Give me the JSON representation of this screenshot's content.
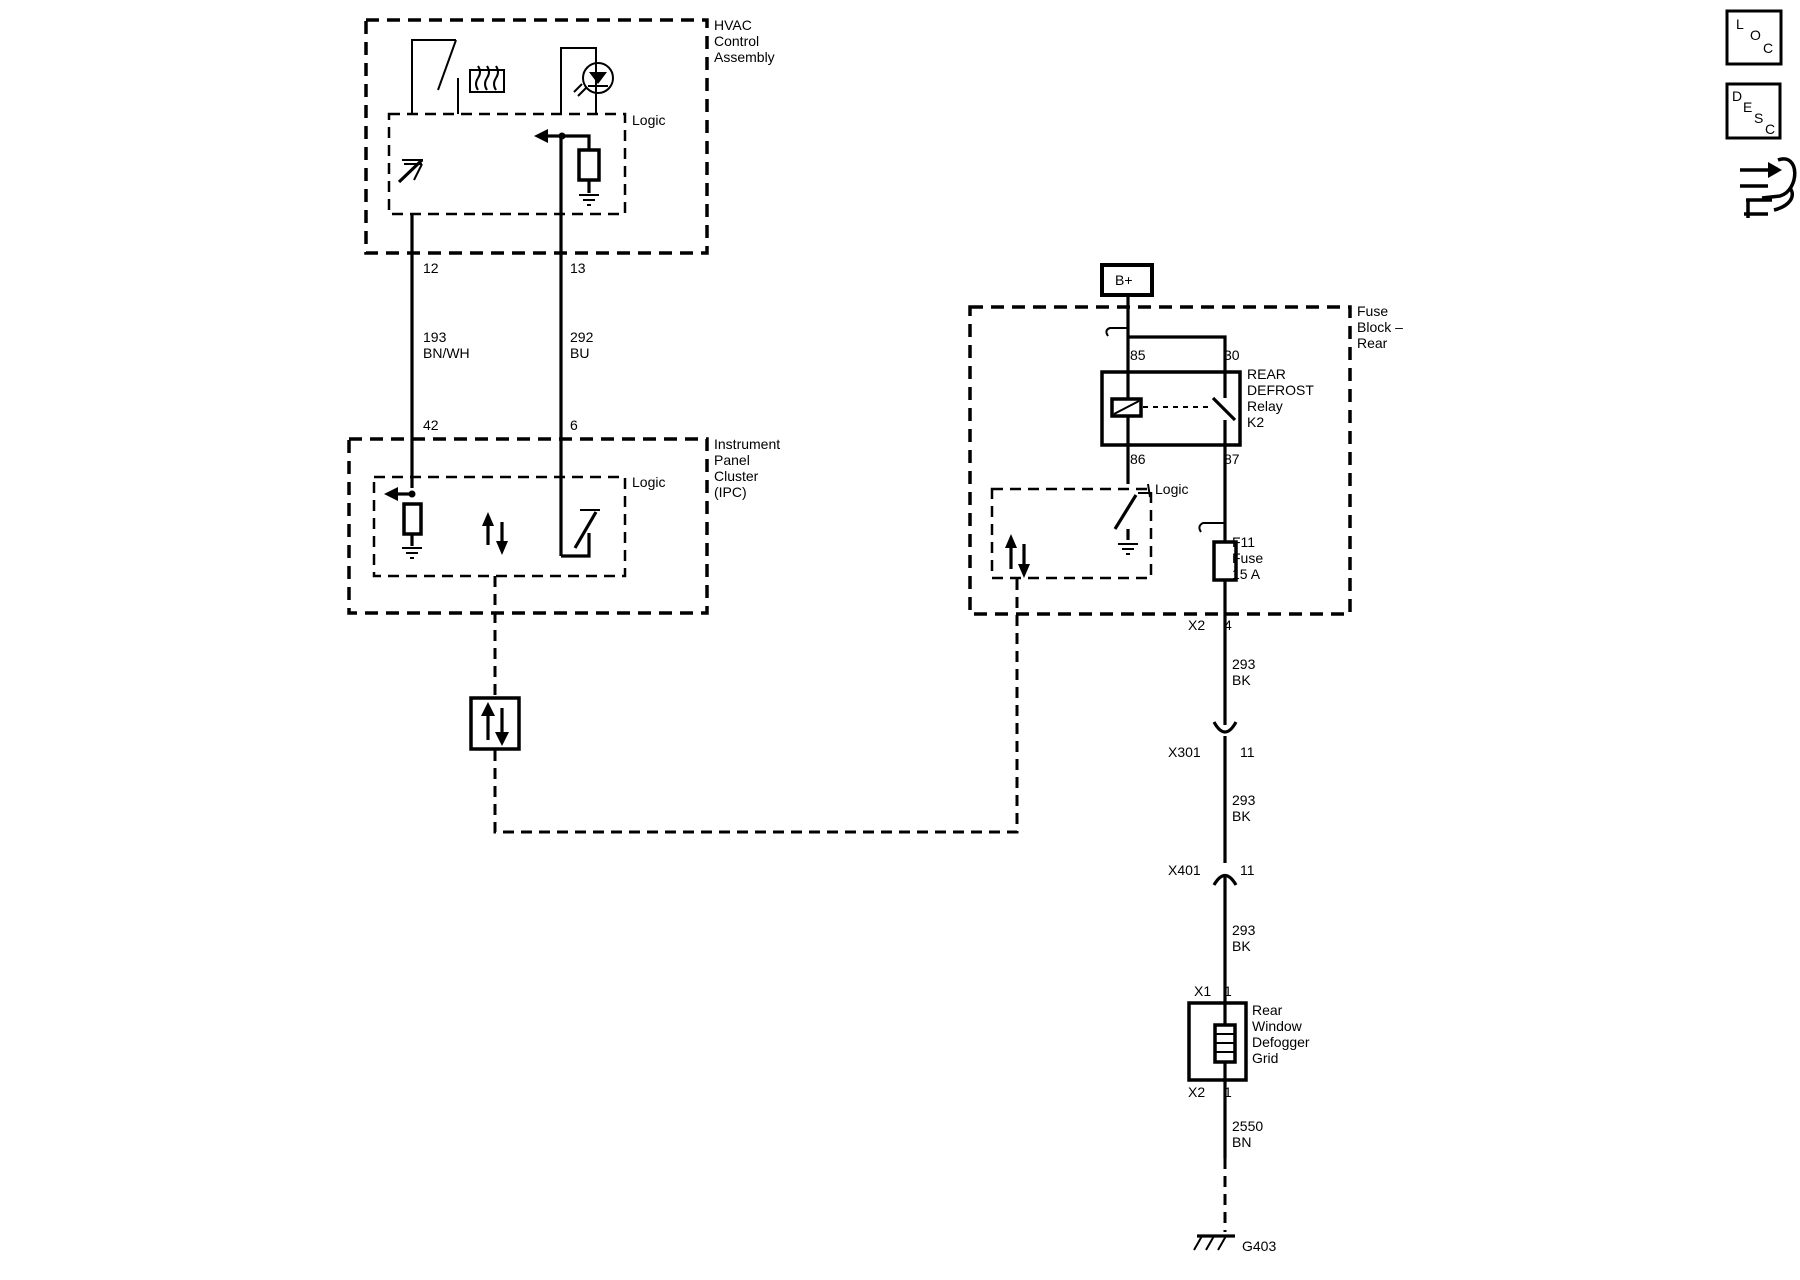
{
  "hvac": {
    "name_lines": [
      "HVAC",
      "Control",
      "Assembly"
    ],
    "logic_label": "Logic",
    "pin_left": "12",
    "pin_right": "13"
  },
  "wires": {
    "w193": [
      "193",
      "BN/WH"
    ],
    "w292": [
      "292",
      "BU"
    ],
    "w293_a": [
      "293",
      "BK"
    ],
    "w293_b": [
      "293",
      "BK"
    ],
    "w293_c": [
      "293",
      "BK"
    ],
    "w2550": [
      "2550",
      "BN"
    ]
  },
  "ipc": {
    "name_lines": [
      "Instrument",
      "Panel",
      "Cluster",
      "(IPC)"
    ],
    "logic_label": "Logic",
    "pin_left": "42",
    "pin_right": "6"
  },
  "battery": {
    "label": "B+"
  },
  "fuse_block": {
    "name_lines": [
      "Fuse",
      "Block –",
      "Rear"
    ],
    "logic_label": "Logic"
  },
  "relay": {
    "name_lines": [
      "REAR",
      "DEFROST",
      "Relay",
      "K2"
    ],
    "pin_85": "85",
    "pin_30": "30",
    "pin_86": "86",
    "pin_87": "87"
  },
  "fuse": {
    "name_lines": [
      "F11",
      "Fuse",
      "15 A"
    ],
    "connector": "X2",
    "pin": "4"
  },
  "connectors": {
    "x301": {
      "name": "X301",
      "pin": "11"
    },
    "x401": {
      "name": "X401",
      "pin": "11"
    }
  },
  "defogger": {
    "name_lines": [
      "Rear",
      "Window",
      "Defogger",
      "Grid"
    ],
    "top_connector": "X1",
    "top_pin": "1",
    "bottom_connector": "X2",
    "bottom_pin": "1"
  },
  "ground": {
    "label": "G403"
  },
  "side_icons": {
    "loc": {
      "letters": [
        "L",
        "O",
        "C"
      ]
    },
    "desc": {
      "letters": [
        "D",
        "E",
        "S",
        "C"
      ]
    }
  }
}
